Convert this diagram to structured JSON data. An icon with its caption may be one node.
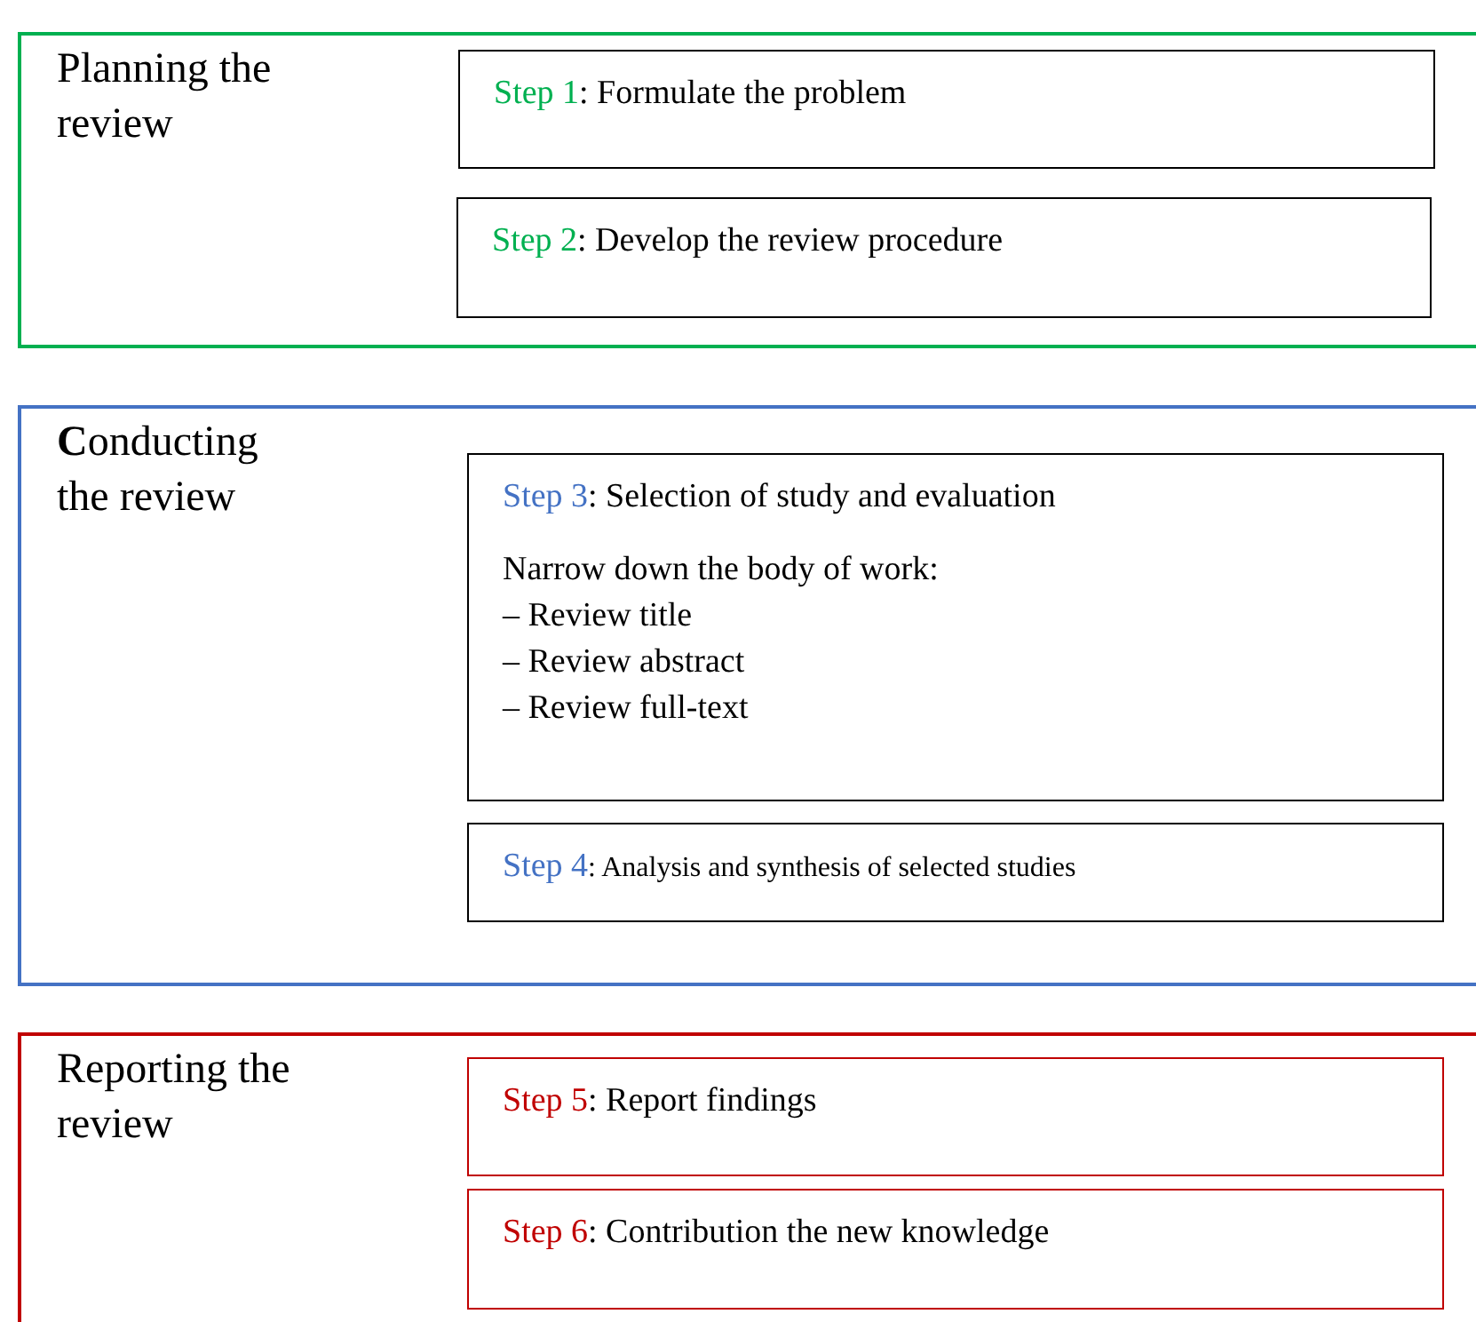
{
  "diagram": {
    "nodes": [
      {
        "text": [
          "Planning the review"
        ]
      },
      {
        "text": [
          "Step 1: Formulate the problem"
        ],
        "in": 0
      },
      {
        "text": [
          "Step 2: Develop the review procedure"
        ],
        "in": 0
      },
      {
        "text": [
          "**C**onducting the review"
        ]
      },
      {
        "text": [
          "Step 3: Selection of study and evaluation",
          "Narrow down the body of work:",
          "– Review title",
          "– Review abstract",
          "– Review full-text"
        ],
        "in": 3
      },
      {
        "text": [
          "Step 4: Analysis and synthesis of selected studies"
        ],
        "in": 3
      },
      {
        "text": [
          "Reporting the review"
        ]
      },
      {
        "text": [
          "Step 5: Report findings"
        ],
        "in": 6
      },
      {
        "text": [
          "Step 6: Contribution the new knowledge"
        ],
        "in": 6
      }
    ]
  }
}
